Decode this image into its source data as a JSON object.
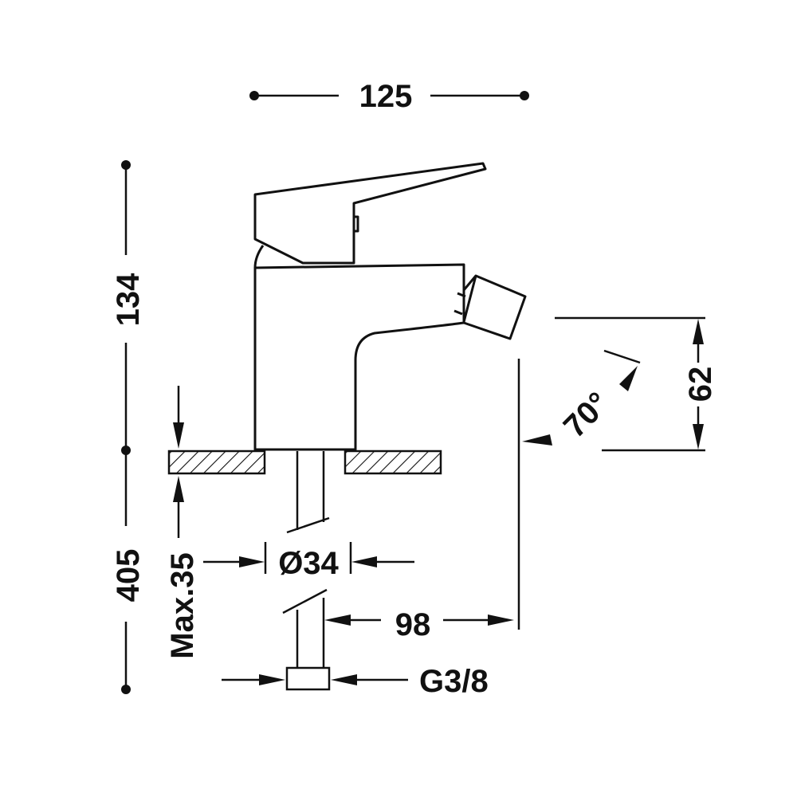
{
  "dimensions": {
    "overall_width": "125",
    "total_height": "134",
    "outlet_height": "62",
    "spray_angle": "70°",
    "supply_length": "405",
    "max_deck_thickness": "Max.35",
    "hole_diameter": "Ø34",
    "reach": "98",
    "connection_thread": "G3/8"
  },
  "colors": {
    "line": "#111111",
    "background": "#ffffff"
  }
}
